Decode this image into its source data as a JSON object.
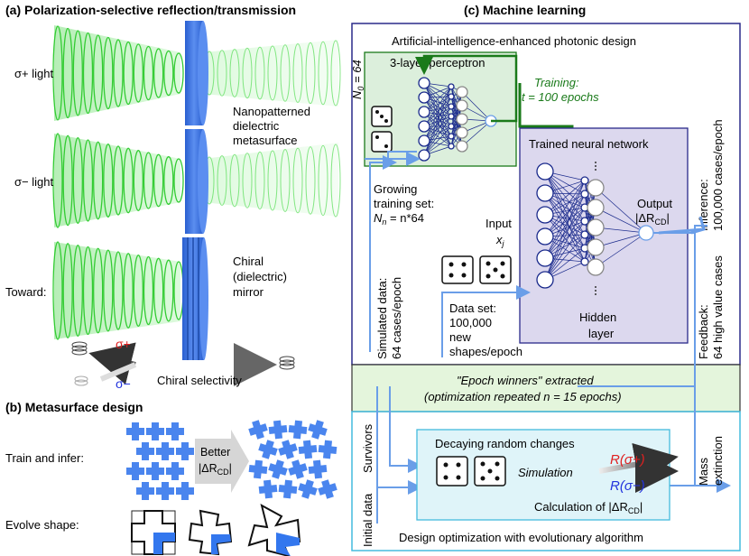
{
  "panel_a": {
    "title": "(a)  Polarization-selective reflection/transmission",
    "row1_label": "σ+ light",
    "row2_label": "σ− light",
    "row3_label": "Toward:",
    "metasurface_label": [
      "Nanopatterned",
      "dielectric",
      "metasurface"
    ],
    "mirror_label": [
      "Chiral",
      "(dielectric)",
      "mirror"
    ],
    "legend_plus": "σ+",
    "legend_minus": "σ−",
    "legend_text": "Chiral selectivity"
  },
  "panel_b": {
    "title": "(b)  Metasurface design",
    "row1_label": "Train and infer:",
    "row2_label": "Evolve shape:",
    "arrow_text_1": "Better",
    "arrow_text_2": "|ΔR",
    "arrow_text_sub": "CD",
    "arrow_text_3": "|"
  },
  "panel_c": {
    "title": "(c)  Machine learning",
    "ai_title": "Artificial-intelligence-enhanced photonic design",
    "perceptron_label": "3-layer perceptron",
    "n0_label": "N",
    "n0_sub": "0",
    "n0_value": " = 64",
    "training_1": "Training:",
    "training_2": "t = 100 epochs",
    "trained_nn": "Trained neural network",
    "growing_1": "Growing",
    "growing_2": "training set:",
    "growing_3_n": "N",
    "growing_3_sub": "n",
    "growing_3_rest": " = n*64",
    "input_label": "Input",
    "input_var": "x",
    "input_sub": "j",
    "output_label": "Output",
    "output_value_1": "|ΔR",
    "output_value_sub": "CD",
    "output_value_2": "|",
    "hidden_1": "Hidden",
    "hidden_2": "layer",
    "dataset_1": "Data set:",
    "dataset_2": "100,000",
    "dataset_3": "new",
    "dataset_4": "shapes/epoch",
    "simulated_1": "Simulated data:",
    "simulated_2": "64 cases/epoch",
    "inference_1": "Inference:",
    "inference_2": "100,000 cases/epoch",
    "feedback_1": "Feedback:",
    "feedback_2": "64 high value cases",
    "epoch_1": "\"Epoch winners\" extracted",
    "epoch_2": "(optimization repeated n = 15 epochs)",
    "decaying": "Decaying random changes",
    "simulation": "Simulation",
    "r_plus": "R(σ+)",
    "r_minus": "R(σ−)",
    "calc_1": "Calculation of |ΔR",
    "calc_sub": "CD",
    "calc_2": "|",
    "initial_data": "Initial data",
    "survivors": "Survivors",
    "mass_1": "Mass",
    "mass_2": "extinction",
    "evolutionary": "Design optimization with evolutionary algorithm"
  },
  "colors": {
    "beam_green": "#33cc33",
    "metasurface_blue": "#3377ee",
    "arrow_blue": "#6a9ee8",
    "training_green": "#1a7a1a",
    "nn_blue": "#1a2a8c",
    "box_dark_blue": "#2a2a8a",
    "box_cyan": "#44bbdd",
    "epoch_green_fill": "#e4f5dc",
    "trained_fill": "#dcd8ee",
    "perceptron_fill": "#dcefdc",
    "cyan_fill": "#dff4f9",
    "r_plus_red": "#e02020",
    "r_minus_blue": "#2233dd"
  }
}
